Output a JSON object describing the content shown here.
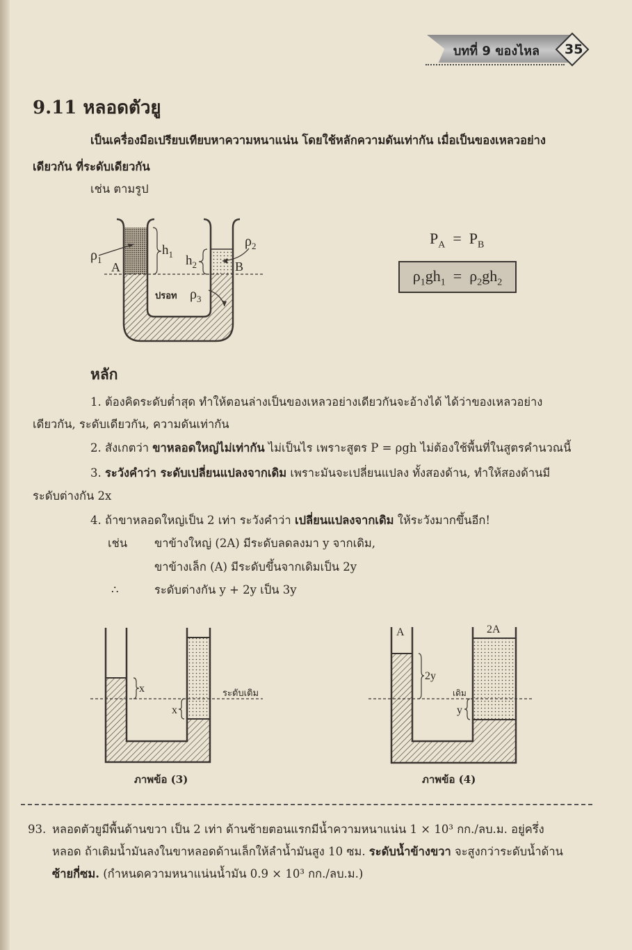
{
  "header": {
    "chapter_label": "บทที่ 9 ของไหล",
    "page_number": "35"
  },
  "section": {
    "title": "9.11 หลอดตัวยู",
    "intro_line1": "เป็นเครื่องมือเปรียบเทียบหาความหนาแน่น โดยใช้หลักความดันเท่ากัน เมื่อเป็นของเหลวอย่าง",
    "intro_line2": "เดียวกัน ที่ระดับเดียวกัน",
    "example_label": "เช่น ตามรูป"
  },
  "figure_main": {
    "labels": {
      "rho1": "ρ",
      "rho1_sub": "1",
      "rho2": "ρ",
      "rho2_sub": "2",
      "rho3": "ρ",
      "rho3_sub": "3",
      "h1": "h",
      "h1_sub": "1",
      "h2": "h",
      "h2_sub": "2",
      "point_a": "A",
      "point_b": "B",
      "mercury": "ปรอท"
    }
  },
  "equations": {
    "line1_left": "P",
    "line1_left_sub": "A",
    "line1_eq": "=",
    "line1_right": "P",
    "line1_right_sub": "B",
    "box_left_rho": "ρ",
    "box_left_rho_sub": "1",
    "box_left_gh": "gh",
    "box_left_h_sub": "1",
    "box_eq": "=",
    "box_right_rho": "ρ",
    "box_right_rho_sub": "2",
    "box_right_gh": "gh",
    "box_right_h_sub": "2"
  },
  "principles": {
    "heading": "หลัก",
    "items": [
      {
        "num": "1.",
        "line1": "ต้องคิดระดับต่ำสุด ทำให้ตอนล่างเป็นของเหลวอย่างเดียวกันจะอ้างได้ ได้ว่าของเหลวอย่าง",
        "line2": "เดียวกัน, ระดับเดียวกัน, ความดันเท่ากัน"
      },
      {
        "num": "2.",
        "pre": "สังเกตว่า ",
        "bold": "ขาหลอดใหญ่ไม่เท่ากัน",
        "post": " ไม่เป็นไร เพราะสูตร P = ρgh ไม่ต้องใช้พื้นที่ในสูตรคำนวณนี้"
      },
      {
        "num": "3.",
        "bold1": "ระวังคำว่า ระดับเปลี่ยนแปลงจากเดิม",
        "post": " เพราะมันจะเปลี่ยนแปลง ทั้งสองด้าน, ทำให้สองด้านมี",
        "line2": "ระดับต่างกัน 2x"
      },
      {
        "num": "4.",
        "pre": "ถ้าขาหลอดใหญ่เป็น 2 เท่า ระวังคำว่า ",
        "bold": "เปลี่ยนแปลงจากเดิม",
        "post": " ให้ระวังมากขึ้นอีก!"
      }
    ],
    "example": {
      "label": "เช่น",
      "line1": "ขาข้างใหญ่ (2A) มีระดับลดลงมา y จากเดิม,",
      "line2": "ขาข้างเล็ก  (A)  มีระดับขึ้นจากเดิมเป็น 2y",
      "therefore": "∴",
      "line3": "ระดับต่างกัน y + 2y เป็น 3y"
    }
  },
  "figure3": {
    "caption": "ภาพข้อ (3)",
    "level_label": "ระดับเดิม",
    "x_left": "x",
    "x_right": "x"
  },
  "figure4": {
    "caption": "ภาพข้อ (4)",
    "left_area": "A",
    "right_area": "2A",
    "rise_label": "2y",
    "drop_label": "y",
    "level_label": "เดิม"
  },
  "question": {
    "number": "93.",
    "line1": "หลอดตัวยูมีพื้นด้านขวา เป็น 2 เท่า ด้านซ้ายตอนแรกมีน้ำความหนาแน่น 1 × 10³ กก./ลบ.ม. อยู่ครึ่ง",
    "line2_pre": "หลอด ถ้าเติมน้ำมันลงในขาหลอดด้านเล็กให้ลำน้ำมันสูง 10 ซม. ",
    "line2_bold": "ระดับน้ำข้างขวา",
    "line2_post": " จะสูงกว่าระดับน้ำด้าน",
    "line3_bold": "ซ้ายกี่ซม.",
    "line3_post": " (กำหนดความหนาแน่นน้ำมัน 0.9 × 10³ กก./ลบ.ม.)"
  }
}
